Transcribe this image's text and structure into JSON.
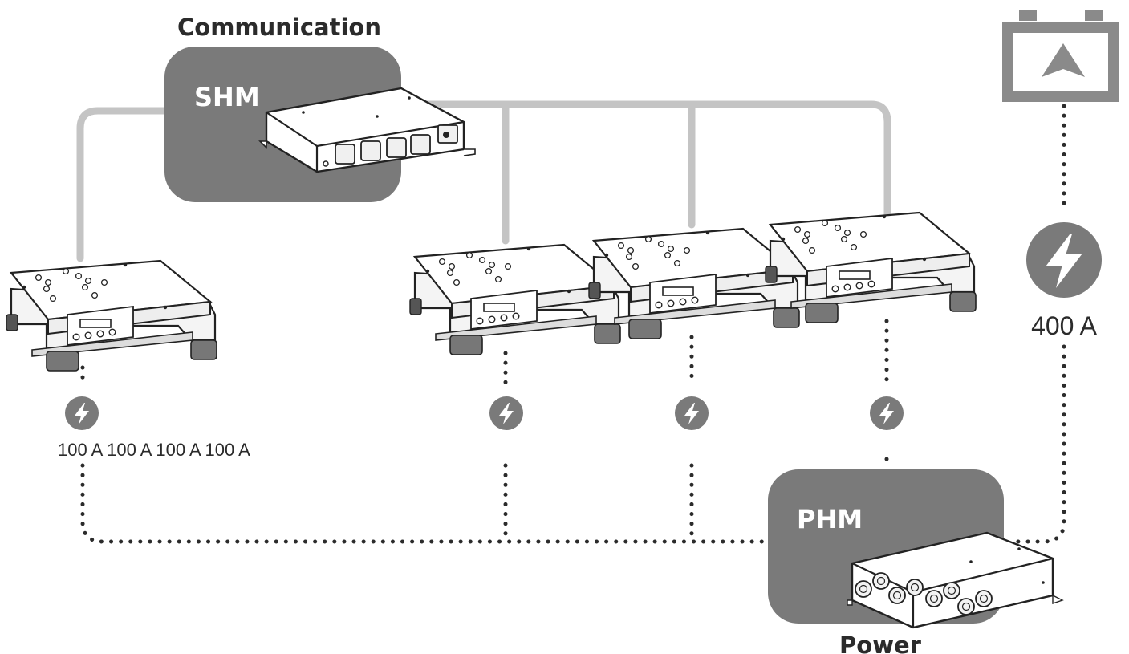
{
  "labels": {
    "communication": "Communication",
    "power": "Power",
    "shm": "SHM",
    "phm": "PHM",
    "currents_each": "100 A 100 A 100 A 100 A",
    "current_total": "400 A"
  },
  "icons": {
    "battery": "battery-icon",
    "bolt": "lightning-bolt-icon"
  },
  "colors": {
    "module_box": "#7a7a7a",
    "comm_line": "#c4c4c4",
    "power_line": "#2b2b2b",
    "bolt_bg": "#7a7a7a",
    "text": "#2b2b2b",
    "module_label": "#ffffff"
  }
}
